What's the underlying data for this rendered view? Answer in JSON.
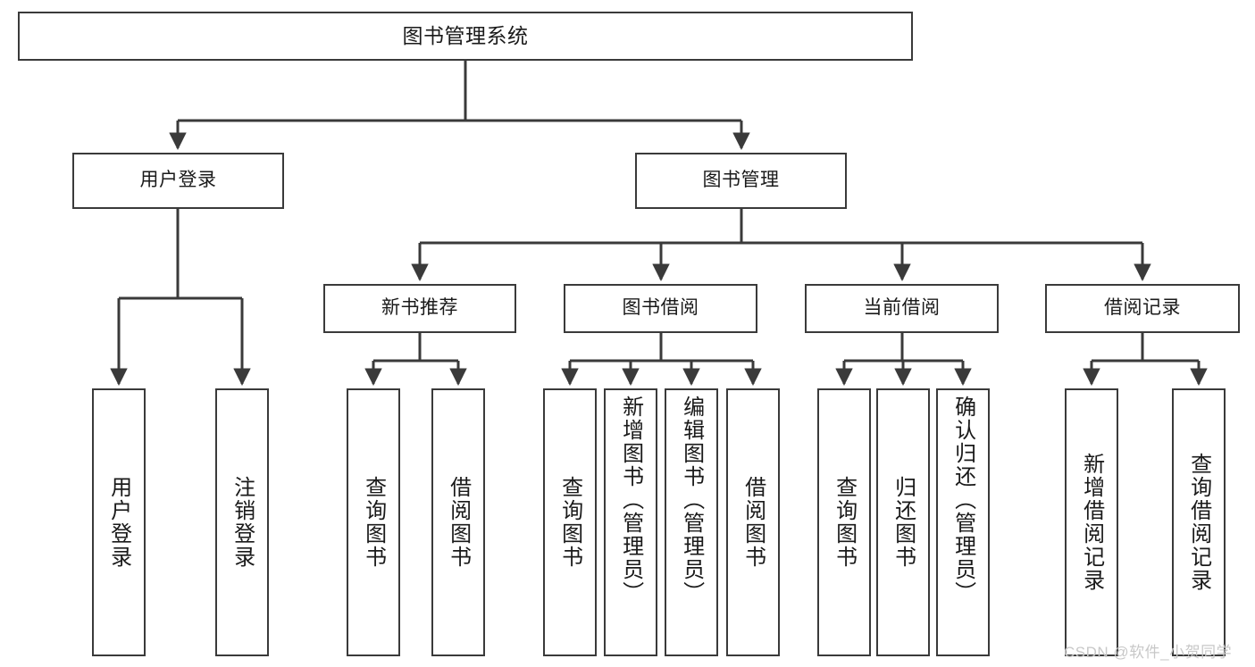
{
  "diagram": {
    "title": "图书管理系统",
    "type": "tree-hierarchy-diagram",
    "colors": {
      "box_border": "#3a3a3a",
      "box_fill": "#ffffff",
      "connector": "#3a3a3a",
      "text": "#1a1a1a",
      "watermark": "#c8c8c8"
    },
    "root": {
      "label": "图书管理系统"
    },
    "level2": [
      {
        "label": "用户登录"
      },
      {
        "label": "图书管理"
      }
    ],
    "level3": [
      {
        "label": "新书推荐"
      },
      {
        "label": "图书借阅"
      },
      {
        "label": "当前借阅"
      },
      {
        "label": "借阅记录"
      }
    ],
    "leaves": {
      "user_login": [
        {
          "label": "用户登录"
        },
        {
          "label": "注销登录"
        }
      ],
      "new_book_recommend": [
        {
          "label": "查询图书"
        },
        {
          "label": "借阅图书"
        }
      ],
      "book_borrow": [
        {
          "label": "查询图书"
        },
        {
          "label": "新增图书（管理员）"
        },
        {
          "label": "编辑图书（管理员）"
        },
        {
          "label": "借阅图书"
        }
      ],
      "current_borrow": [
        {
          "label": "查询图书"
        },
        {
          "label": "归还图书"
        },
        {
          "label": "确认归还（管理员）"
        }
      ],
      "borrow_record": [
        {
          "label": "新增借阅记录"
        },
        {
          "label": "查询借阅记录"
        }
      ]
    },
    "watermark": "CSDN @软件_小贺同学"
  }
}
